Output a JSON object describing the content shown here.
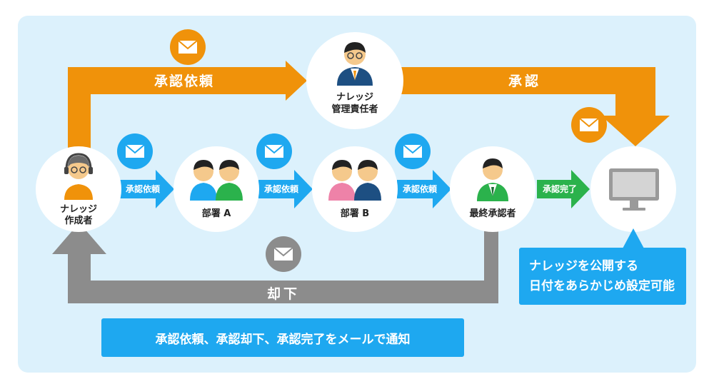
{
  "colors": {
    "background": "#ffffff",
    "panel": "#dcf1fc",
    "orange": "#f0920a",
    "blue": "#1ea8f0",
    "green": "#2bb24c",
    "gray": "#8c8c8c",
    "node": "#ffffff"
  },
  "nodes": {
    "author": {
      "line1": "ナレッジ",
      "line2": "作成者",
      "icon": "headset-person-icon"
    },
    "dept_a": {
      "label": "部署 A",
      "icon": "two-people-icon"
    },
    "dept_b": {
      "label": "部署 B",
      "icon": "two-people-icon"
    },
    "final_approver": {
      "label": "最終承認者",
      "icon": "person-icon"
    },
    "manager": {
      "line1": "ナレッジ",
      "line2": "管理責任者",
      "icon": "businessman-icon"
    },
    "computer": {
      "icon": "monitor-icon"
    }
  },
  "arrows": {
    "top_request": "承認依頼",
    "top_approve": "承認",
    "request_1": "承認依頼",
    "request_2": "承認依頼",
    "request_3": "承認依頼",
    "complete": "承認完了",
    "reject": "却下"
  },
  "notes": {
    "notify": "承認依頼、承認却下、承認完了をメールで通知",
    "schedule_line1": "ナレッジを公開する",
    "schedule_line2": "日付をあらかじめ設定可能"
  }
}
